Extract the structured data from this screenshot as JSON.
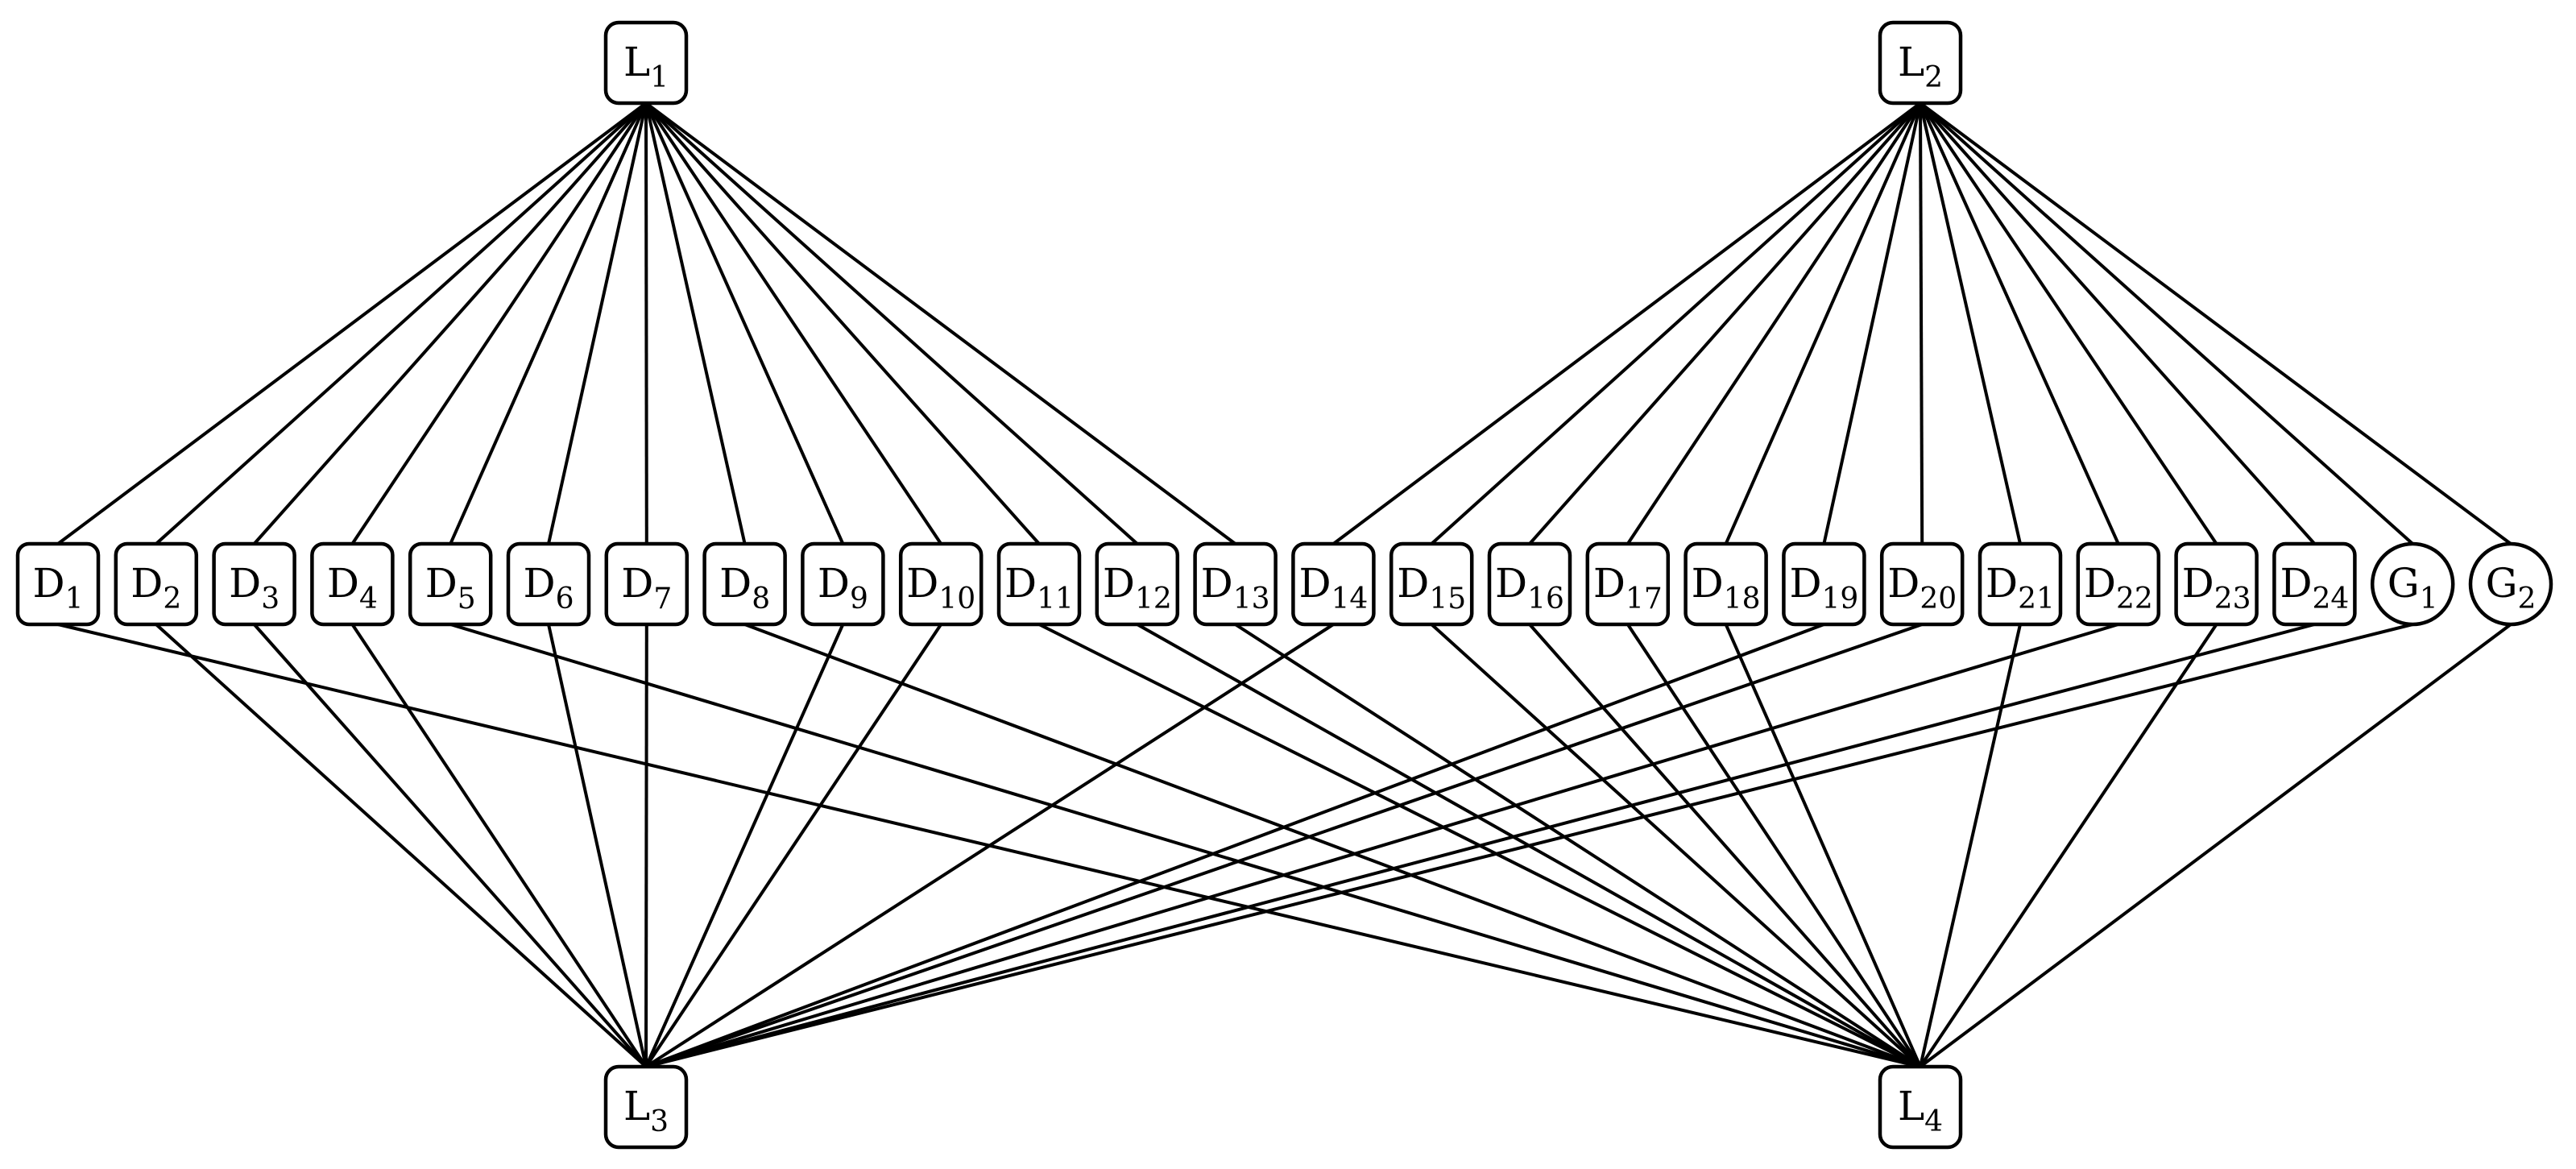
{
  "diagram": {
    "hubs": [
      {
        "id": "L1",
        "letter": "L",
        "sub": "1"
      },
      {
        "id": "L2",
        "letter": "L",
        "sub": "2"
      },
      {
        "id": "L3",
        "letter": "L",
        "sub": "3"
      },
      {
        "id": "L4",
        "letter": "L",
        "sub": "4"
      }
    ],
    "devices": [
      {
        "id": "D1",
        "letter": "D",
        "sub": "1",
        "shape": "rounded-square",
        "top_hub": "L1",
        "bottom_hub": "L4"
      },
      {
        "id": "D2",
        "letter": "D",
        "sub": "2",
        "shape": "rounded-square",
        "top_hub": "L1",
        "bottom_hub": "L3"
      },
      {
        "id": "D3",
        "letter": "D",
        "sub": "3",
        "shape": "rounded-square",
        "top_hub": "L1",
        "bottom_hub": "L3"
      },
      {
        "id": "D4",
        "letter": "D",
        "sub": "4",
        "shape": "rounded-square",
        "top_hub": "L1",
        "bottom_hub": "L3"
      },
      {
        "id": "D5",
        "letter": "D",
        "sub": "5",
        "shape": "rounded-square",
        "top_hub": "L1",
        "bottom_hub": "L4"
      },
      {
        "id": "D6",
        "letter": "D",
        "sub": "6",
        "shape": "rounded-square",
        "top_hub": "L1",
        "bottom_hub": "L3"
      },
      {
        "id": "D7",
        "letter": "D",
        "sub": "7",
        "shape": "rounded-square",
        "top_hub": "L1",
        "bottom_hub": "L3"
      },
      {
        "id": "D8",
        "letter": "D",
        "sub": "8",
        "shape": "rounded-square",
        "top_hub": "L1",
        "bottom_hub": "L4"
      },
      {
        "id": "D9",
        "letter": "D",
        "sub": "9",
        "shape": "rounded-square",
        "top_hub": "L1",
        "bottom_hub": "L3"
      },
      {
        "id": "D10",
        "letter": "D",
        "sub": "10",
        "shape": "rounded-square",
        "top_hub": "L1",
        "bottom_hub": "L3"
      },
      {
        "id": "D11",
        "letter": "D",
        "sub": "11",
        "shape": "rounded-square",
        "top_hub": "L1",
        "bottom_hub": "L4"
      },
      {
        "id": "D12",
        "letter": "D",
        "sub": "12",
        "shape": "rounded-square",
        "top_hub": "L1",
        "bottom_hub": "L4"
      },
      {
        "id": "D13",
        "letter": "D",
        "sub": "13",
        "shape": "rounded-square",
        "top_hub": "L1",
        "bottom_hub": "L4"
      },
      {
        "id": "D14",
        "letter": "D",
        "sub": "14",
        "shape": "rounded-square",
        "top_hub": "L2",
        "bottom_hub": "L3"
      },
      {
        "id": "D15",
        "letter": "D",
        "sub": "15",
        "shape": "rounded-square",
        "top_hub": "L2",
        "bottom_hub": "L4"
      },
      {
        "id": "D16",
        "letter": "D",
        "sub": "16",
        "shape": "rounded-square",
        "top_hub": "L2",
        "bottom_hub": "L4"
      },
      {
        "id": "D17",
        "letter": "D",
        "sub": "17",
        "shape": "rounded-square",
        "top_hub": "L2",
        "bottom_hub": "L4"
      },
      {
        "id": "D18",
        "letter": "D",
        "sub": "18",
        "shape": "rounded-square",
        "top_hub": "L2",
        "bottom_hub": "L4"
      },
      {
        "id": "D19",
        "letter": "D",
        "sub": "19",
        "shape": "rounded-square",
        "top_hub": "L2",
        "bottom_hub": "L3"
      },
      {
        "id": "D20",
        "letter": "D",
        "sub": "20",
        "shape": "rounded-square",
        "top_hub": "L2",
        "bottom_hub": "L3"
      },
      {
        "id": "D21",
        "letter": "D",
        "sub": "21",
        "shape": "rounded-square",
        "top_hub": "L2",
        "bottom_hub": "L4"
      },
      {
        "id": "D22",
        "letter": "D",
        "sub": "22",
        "shape": "rounded-square",
        "top_hub": "L2",
        "bottom_hub": "L3"
      },
      {
        "id": "D23",
        "letter": "D",
        "sub": "23",
        "shape": "rounded-square",
        "top_hub": "L2",
        "bottom_hub": "L4"
      },
      {
        "id": "D24",
        "letter": "D",
        "sub": "24",
        "shape": "rounded-square",
        "top_hub": "L2",
        "bottom_hub": "L3"
      },
      {
        "id": "G1",
        "letter": "G",
        "sub": "1",
        "shape": "circle",
        "top_hub": "L2",
        "bottom_hub": "L3"
      },
      {
        "id": "G2",
        "letter": "G",
        "sub": "2",
        "shape": "circle",
        "top_hub": "L2",
        "bottom_hub": "L4"
      }
    ],
    "colors": {
      "stroke": "#000000",
      "fill": "#ffffff",
      "background": "#ffffff"
    }
  }
}
